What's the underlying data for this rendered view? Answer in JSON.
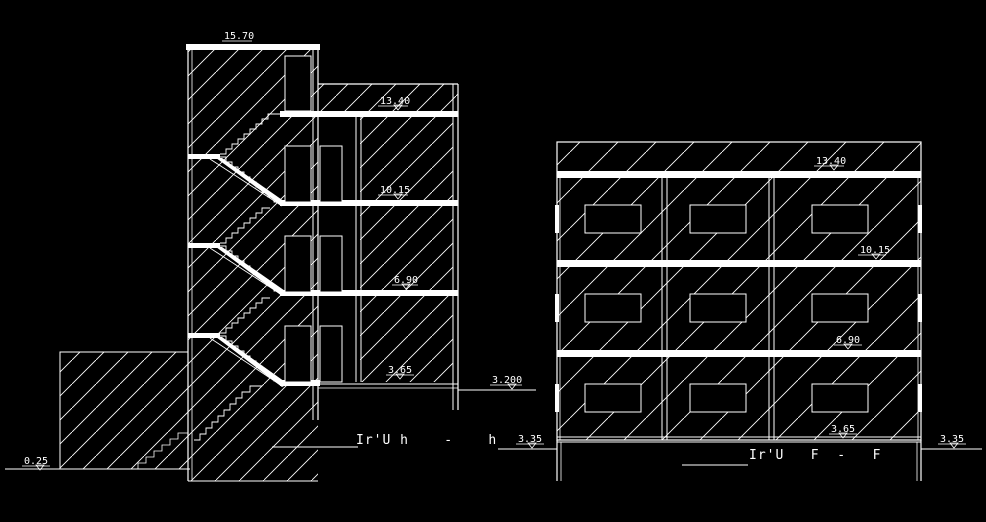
{
  "drawing": {
    "background": "#000000",
    "line_color": "#ffffff"
  },
  "section_left": {
    "title": "Ir'U h    -    h",
    "levels": {
      "roof": "15.70",
      "upper": "13.40",
      "floor3": "10.15",
      "floor2": "6.90",
      "ground": "3.65",
      "outside": "3.200",
      "street": "0.25"
    }
  },
  "section_right": {
    "title": "Ir'U   F  -   F",
    "levels": {
      "upper": "13.40",
      "floor3": "10.15",
      "floor2": "6.90",
      "ground": "3.65",
      "outside_left": "3.35",
      "outside_right": "3.35"
    }
  }
}
